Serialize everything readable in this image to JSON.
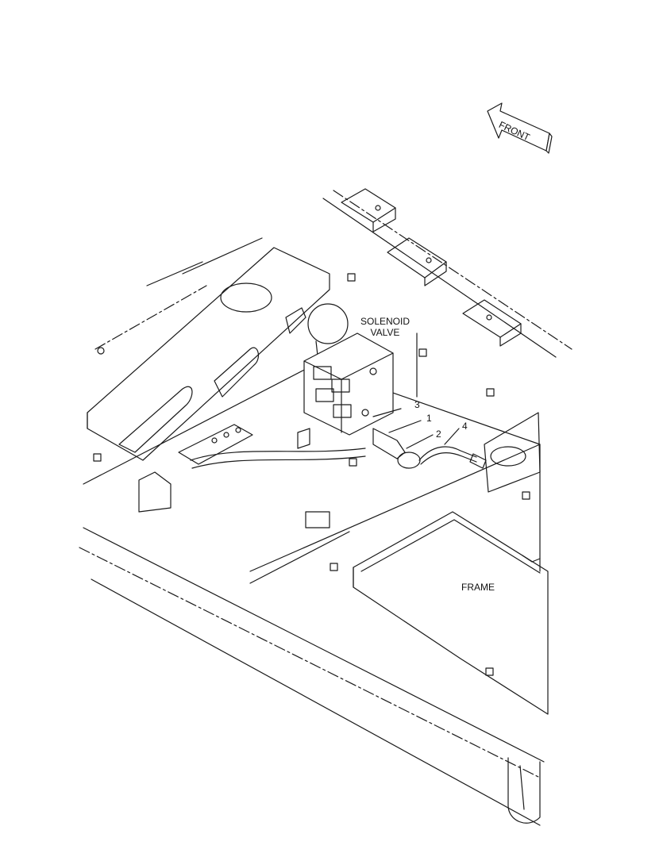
{
  "labels": {
    "front_arrow": "FRONT",
    "solenoid_line1": "SOLENOID",
    "solenoid_line2": "VALVE",
    "frame": "FRAME"
  },
  "callouts": [
    "1",
    "2",
    "3",
    "4"
  ],
  "colors": {
    "line": "#1a1a1a",
    "background": "#ffffff"
  }
}
